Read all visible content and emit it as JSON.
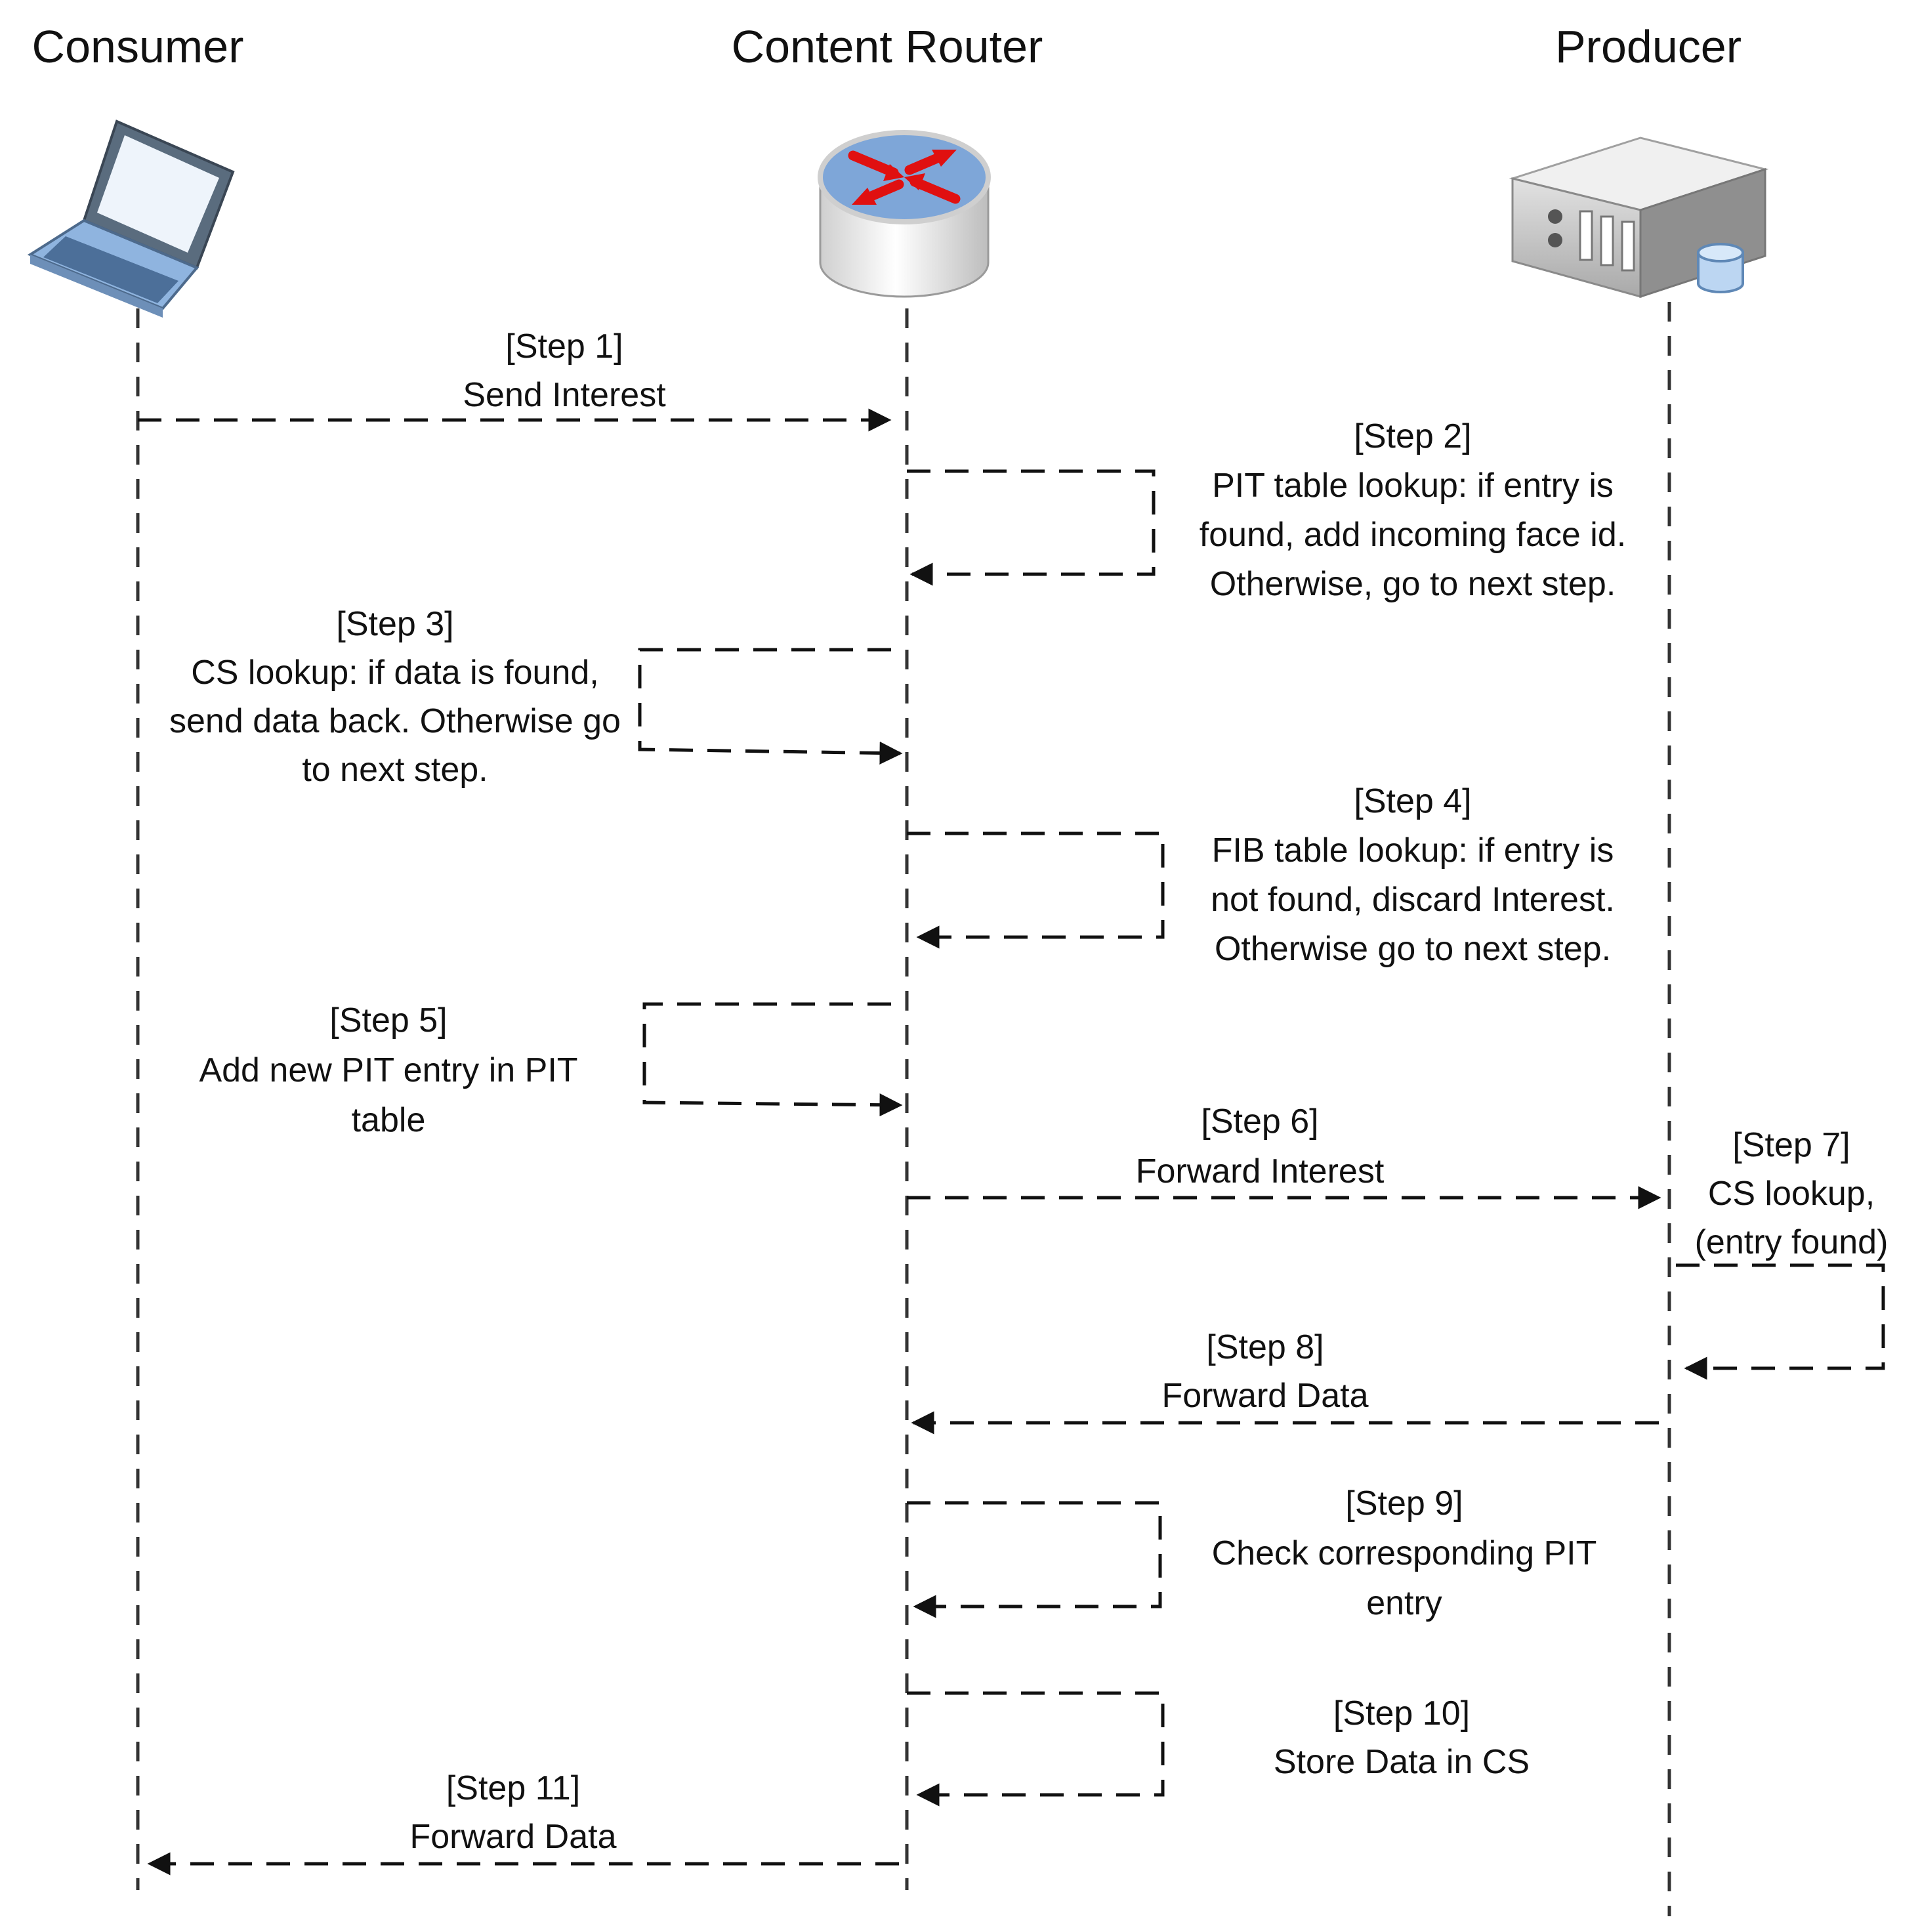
{
  "participants": {
    "consumer": {
      "label": "Consumer",
      "icon": "laptop-icon"
    },
    "router": {
      "label": "Content Router",
      "icon": "router-icon"
    },
    "producer": {
      "label": "Producer",
      "icon": "server-icon"
    }
  },
  "steps": [
    {
      "title": "[Step 1]",
      "lines": [
        "Send Interest"
      ]
    },
    {
      "title": "[Step 2]",
      "lines": [
        "PIT table lookup: if entry is",
        "found, add incoming face id.",
        "Otherwise, go to next step."
      ]
    },
    {
      "title": "[Step 3]",
      "lines": [
        "CS lookup: if data is found,",
        "send data back. Otherwise go",
        "to next step."
      ]
    },
    {
      "title": "[Step 4]",
      "lines": [
        "FIB table lookup: if entry is",
        "not found, discard Interest.",
        "Otherwise go to next step."
      ]
    },
    {
      "title": "[Step 5]",
      "lines": [
        "Add new PIT entry in PIT",
        "table"
      ]
    },
    {
      "title": "[Step 6]",
      "lines": [
        "Forward Interest"
      ]
    },
    {
      "title": "[Step 7]",
      "lines": [
        "CS lookup,",
        "(entry found)"
      ]
    },
    {
      "title": "[Step 8]",
      "lines": [
        "Forward Data"
      ]
    },
    {
      "title": "[Step 9]",
      "lines": [
        "Check corresponding PIT",
        "entry"
      ]
    },
    {
      "title": "[Step 10]",
      "lines": [
        "Store Data in CS"
      ]
    },
    {
      "title": "[Step 11]",
      "lines": [
        "Forward Data"
      ]
    }
  ],
  "colors": {
    "router_top": "#7ea6d8",
    "router_arrows": "#e01010",
    "laptop_body": "#8fb4df",
    "server_body": "#c8c8c8"
  }
}
